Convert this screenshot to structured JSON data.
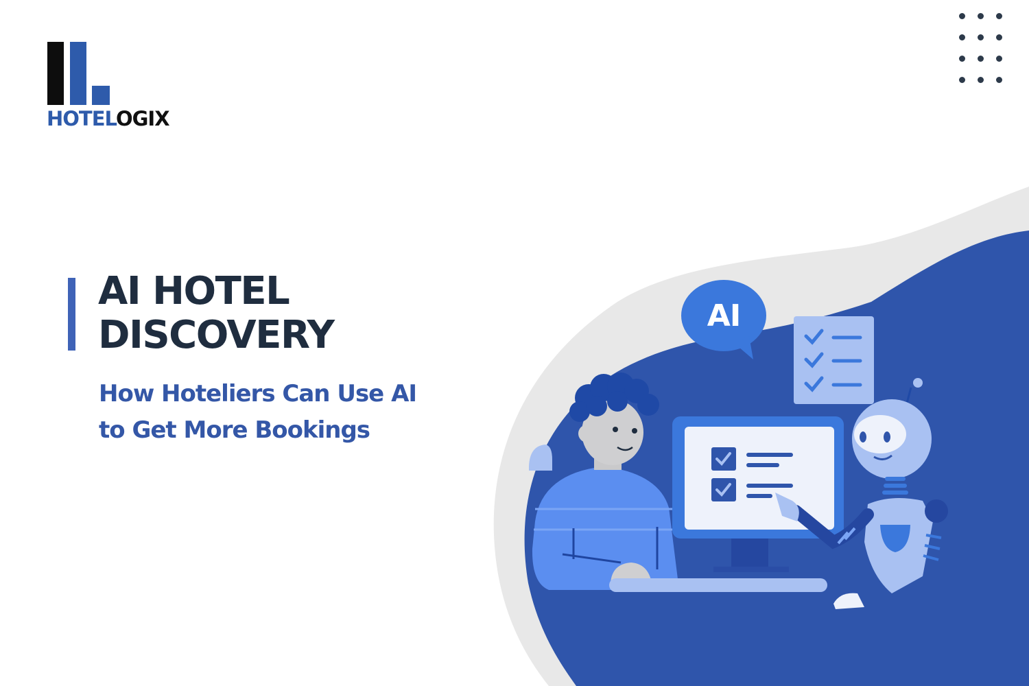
{
  "brand": {
    "name_part1": "HOTEL",
    "name_part2": "OGIX",
    "colors": {
      "blue": "#2e5bab",
      "black": "#0d0d0d"
    }
  },
  "hero": {
    "title_line1": "AI HOTEL",
    "title_line2": "DISCOVERY",
    "subtitle_line1": "How Hoteliers Can Use AI",
    "subtitle_line2": "to Get More Bookings",
    "colors": {
      "title": "#1f2d3f",
      "subtitle": "#3457a7",
      "accent_bar": "#3f63b7"
    }
  },
  "illustration": {
    "bubble_label": "AI",
    "elements": [
      "person-at-desk",
      "computer-monitor-checklist",
      "robot-pointing",
      "clipboard-checklist",
      "ai-speech-bubble"
    ],
    "colors": {
      "blob": "#2f55ab",
      "blob_shadow": "#e8e8e8",
      "light_blue": "#a9c1f2",
      "mid_blue": "#3b78dc",
      "screen": "#eef2fb"
    }
  },
  "decor": {
    "dot_grid": {
      "rows": 4,
      "cols": 3,
      "color": "#2d3a4a"
    }
  }
}
